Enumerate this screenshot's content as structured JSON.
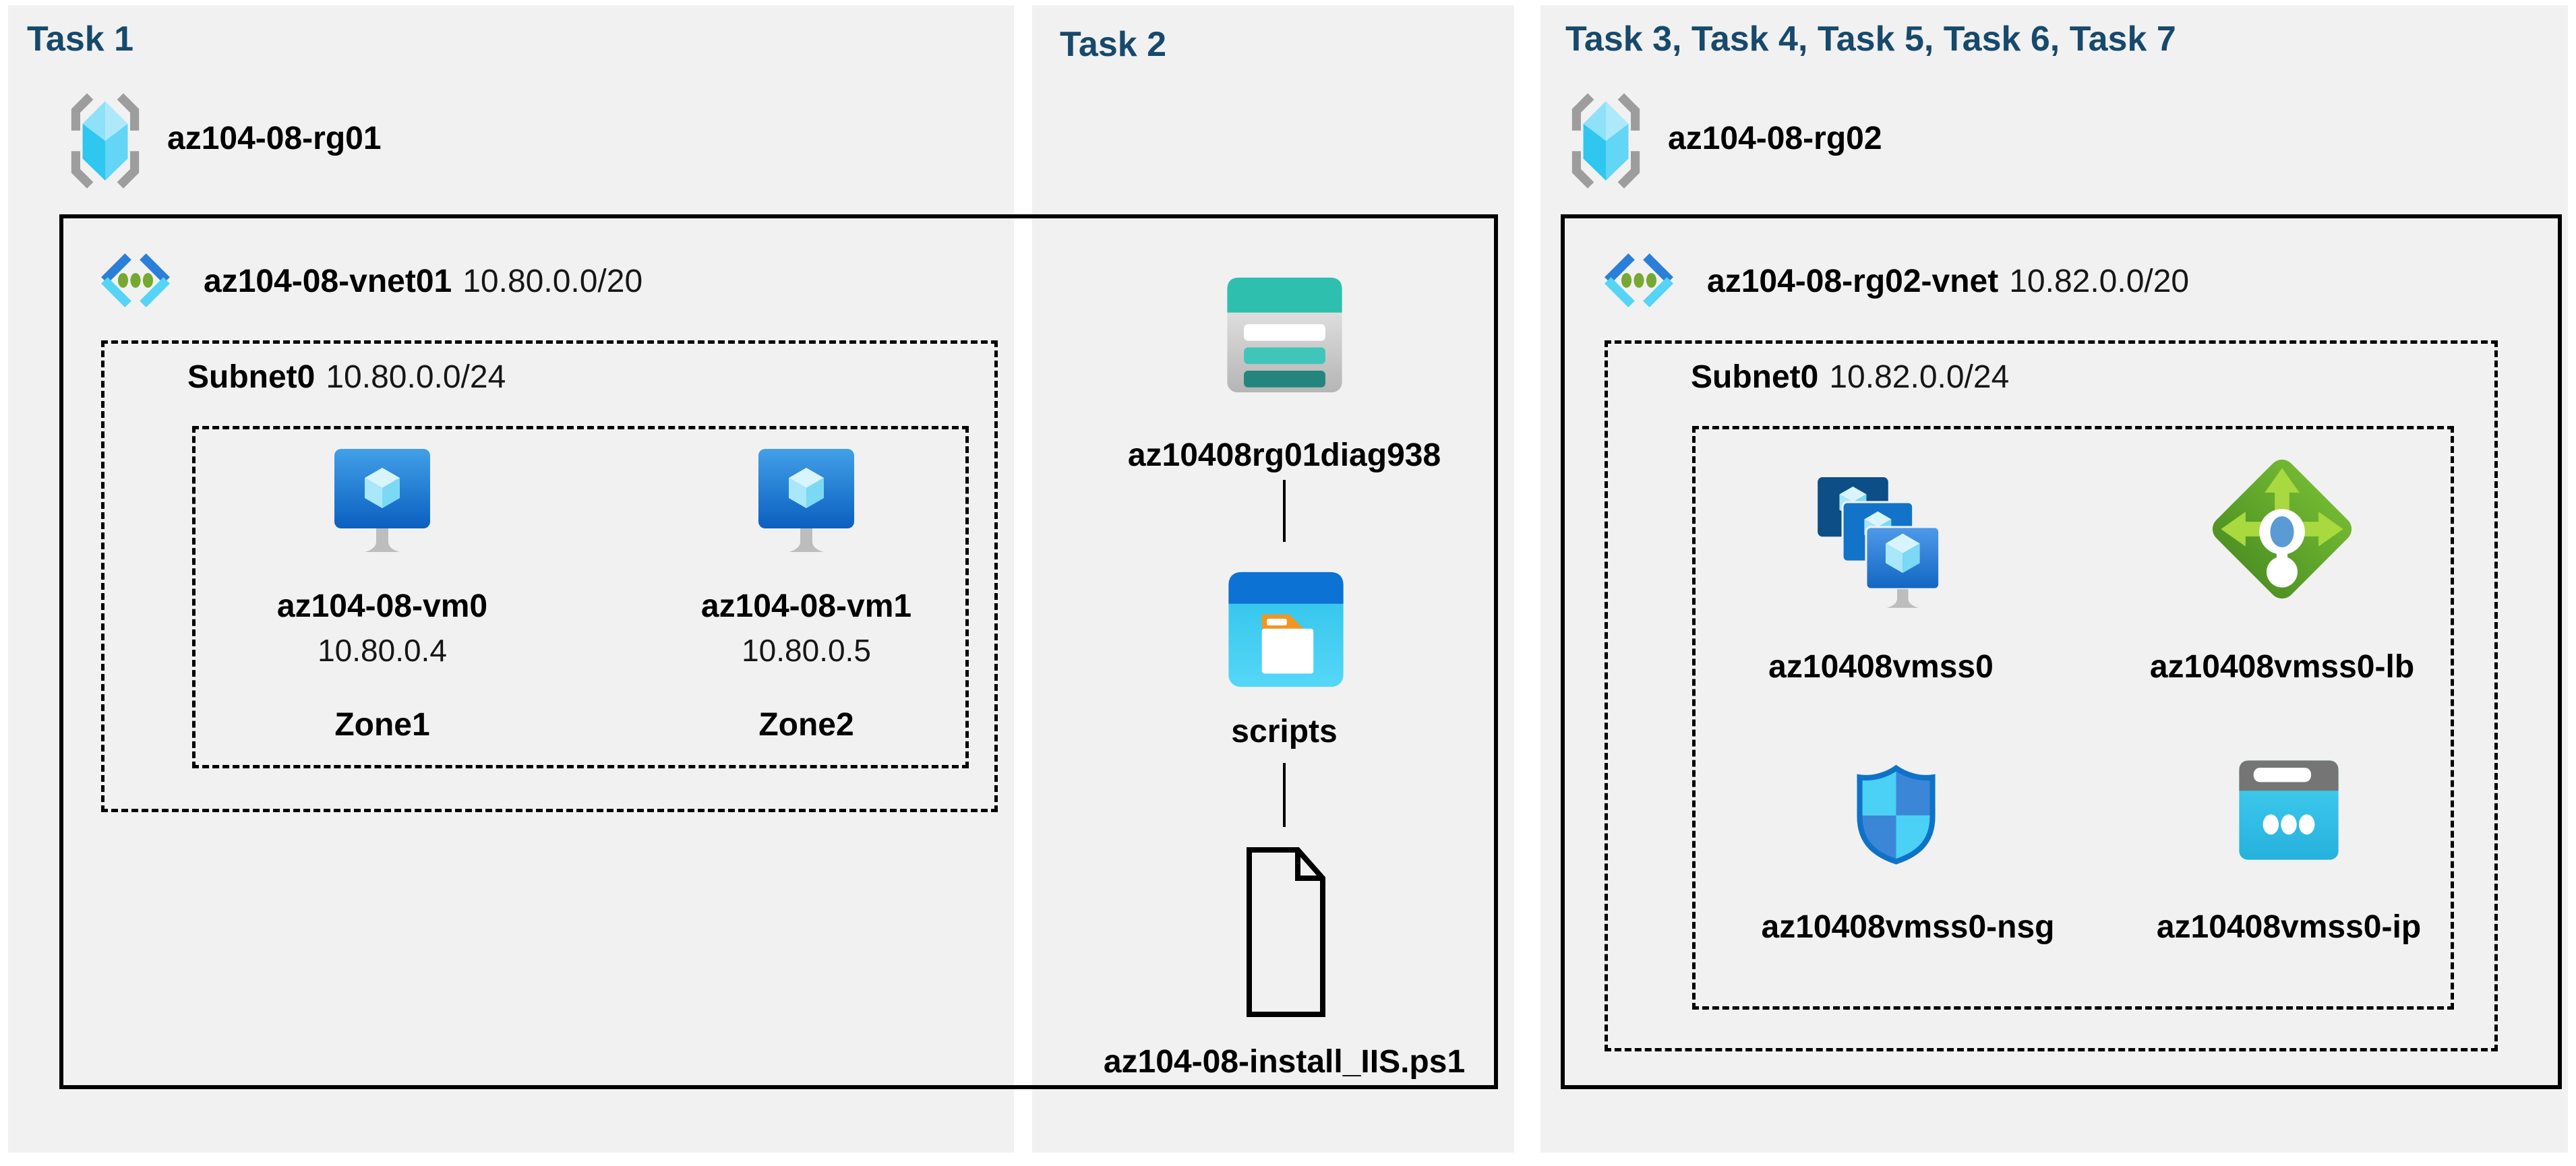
{
  "colors": {
    "panel_background": "#f1f1f1",
    "task_title": "#17496b",
    "box_border": "#000000",
    "vm_screen_blue": "#1b72cc",
    "vnet_chevron_blue": "#2b7fd8",
    "vnet_chevron_cyan": "#55d4f5",
    "vnet_dot_green": "#76a832",
    "storage_teal": "#2fbfae",
    "lb_green": "#5ea32b",
    "nsg_blue": "#0e72c8",
    "ip_cyan": "#35c5ea"
  },
  "task1": {
    "title": "Task 1",
    "resource_group": "az104-08-rg01",
    "vnet": {
      "name": "az104-08-vnet01",
      "cidr": "10.80.0.0/20"
    },
    "subnet": {
      "name": "Subnet0",
      "cidr": "10.80.0.0/24"
    },
    "vms": [
      {
        "name": "az104-08-vm0",
        "ip": "10.80.0.4",
        "zone": "Zone1"
      },
      {
        "name": "az104-08-vm1",
        "ip": "10.80.0.5",
        "zone": "Zone2"
      }
    ]
  },
  "task2": {
    "title": "Task 2",
    "storage_account": "az10408rg01diag938",
    "container": "scripts",
    "script_file": "az104-08-install_IIS.ps1"
  },
  "task3": {
    "title": "Task 3, Task 4, Task 5, Task 6, Task 7",
    "resource_group": "az104-08-rg02",
    "vnet": {
      "name": "az104-08-rg02-vnet",
      "cidr": "10.82.0.0/20"
    },
    "subnet": {
      "name": "Subnet0",
      "cidr": "10.82.0.0/24"
    },
    "vmss": "az10408vmss0",
    "load_balancer": "az10408vmss0-lb",
    "nsg": "az10408vmss0-nsg",
    "public_ip": "az10408vmss0-ip"
  }
}
